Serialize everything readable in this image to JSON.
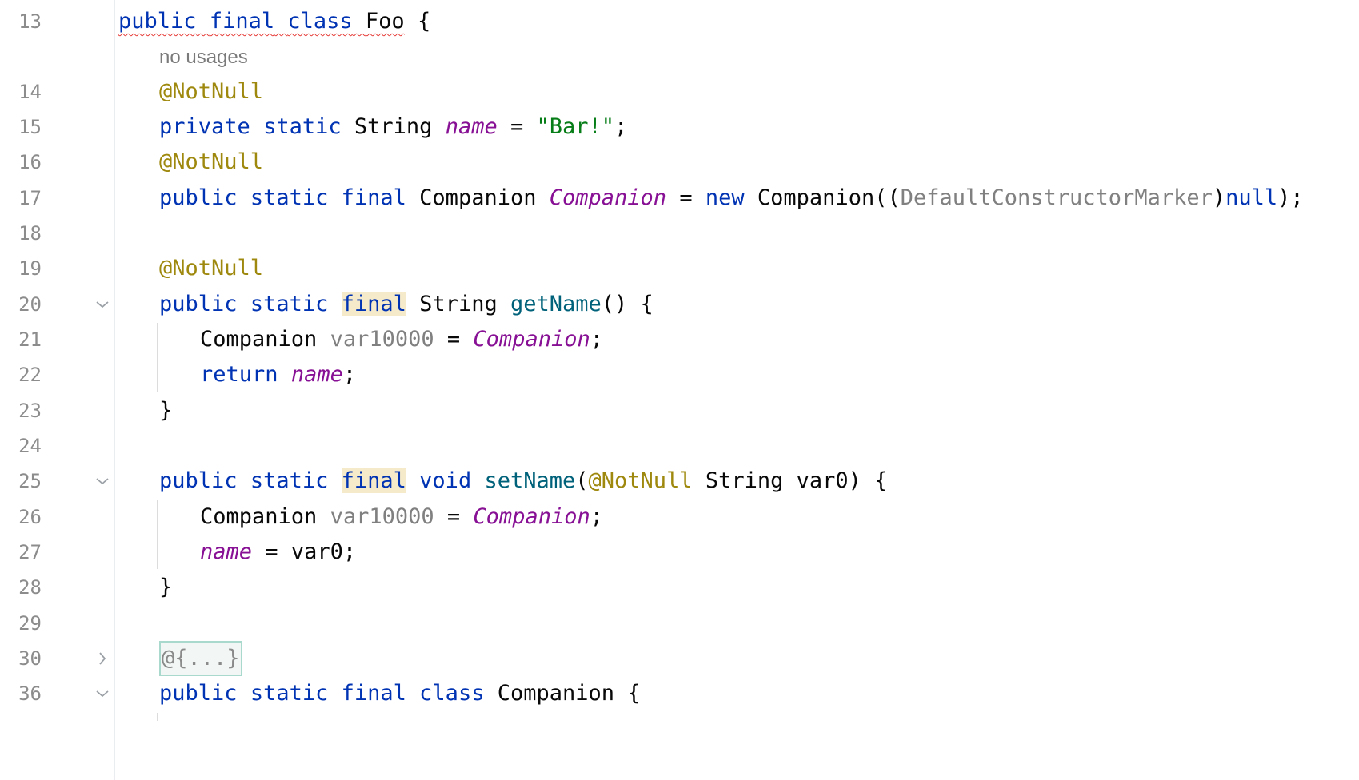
{
  "lines": [
    {
      "num": "13",
      "kw1": "public",
      "kw2": "final",
      "kw3": "class",
      "name": "Foo",
      "brace": "{"
    },
    {
      "hint": "no usages"
    },
    {
      "num": "14",
      "ann": "@NotNull"
    },
    {
      "num": "15",
      "kw1": "private",
      "kw2": "static",
      "type": "String",
      "field": "name",
      "eq": "=",
      "str": "\"Bar!\"",
      "semi": ";"
    },
    {
      "num": "16",
      "ann": "@NotNull"
    },
    {
      "num": "17",
      "kw1": "public",
      "kw2": "static",
      "kw3": "final",
      "type": "Companion",
      "field": "Companion",
      "eq": "=",
      "kw4": "new",
      "ctor": "Companion((",
      "marker": "DefaultConstructorMarker",
      "close": ")",
      "nul": "null",
      "end": ");"
    },
    {
      "num": "18"
    },
    {
      "num": "19",
      "ann": "@NotNull"
    },
    {
      "num": "20",
      "kw1": "public",
      "kw2": "static",
      "kw3": "final",
      "type": "String",
      "fn": "getName",
      "rest": "() {"
    },
    {
      "num": "21",
      "type": "Companion",
      "var": "var10000",
      "eq": "=",
      "field": "Companion",
      "semi": ";"
    },
    {
      "num": "22",
      "kw1": "return",
      "field": "name",
      "semi": ";"
    },
    {
      "num": "23",
      "brace": "}"
    },
    {
      "num": "24"
    },
    {
      "num": "25",
      "kw1": "public",
      "kw2": "static",
      "kw3": "final",
      "kw4": "void",
      "fn": "setName",
      "open": "(",
      "ann": "@NotNull",
      "type": "String",
      "param": "var0) {"
    },
    {
      "num": "26",
      "type": "Companion",
      "var": "var10000",
      "eq": "=",
      "field": "Companion",
      "semi": ";"
    },
    {
      "num": "27",
      "field": "name",
      "eq": "=",
      "rest": "var0;"
    },
    {
      "num": "28",
      "brace": "}"
    },
    {
      "num": "29"
    },
    {
      "num": "30",
      "folded": "@{...}"
    },
    {
      "num": "36",
      "kw1": "public",
      "kw2": "static",
      "kw3": "final",
      "kw4": "class",
      "name": "Companion",
      "brace": "{"
    }
  ]
}
